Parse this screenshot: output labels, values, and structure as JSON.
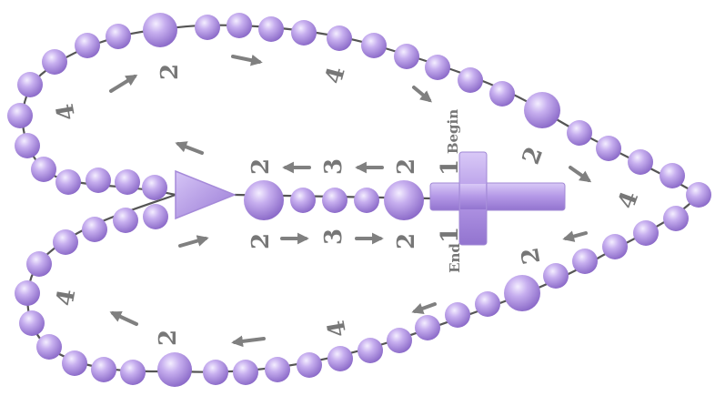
{
  "colors": {
    "bead": "#b79ce8",
    "bead_light": "#f2ecff",
    "bead_dark": "#7d5cc0",
    "cross": "#b69ae6",
    "string": "#555555",
    "arrow": "#808080",
    "label": "#777777"
  },
  "labels": {
    "begin": "Begin",
    "end": "End",
    "begin_count": "1",
    "end_count": "1",
    "top_left_count": "2",
    "top_mid_count": "4",
    "left_top_count": "4",
    "left_bottom_count": "4",
    "right_top_count": "2",
    "right_mid_count": "4",
    "right_bottom_count": "2",
    "bottom_left_count": "2",
    "bottom_mid_count": "4",
    "stem_top_2a": "2",
    "stem_top_3": "3",
    "stem_top_2b": "2",
    "stem_bot_2a": "2",
    "stem_bot_3": "3",
    "stem_bot_2b": "2"
  }
}
